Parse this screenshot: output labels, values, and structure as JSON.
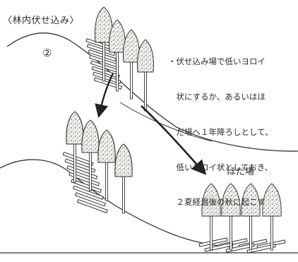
{
  "title": "〈林内伏せ込み〉",
  "step_marker": "②",
  "note_lines": [
    "・伏せ込み場で低いヨロイ",
    "　状にするか、あるいはほ",
    "　だ場へ１年降ろしとして、",
    "　低いヨロイ状としておき、",
    "　２夏経過後の秋に起こす"
  ],
  "hodaba_label": "ほだ場"
}
